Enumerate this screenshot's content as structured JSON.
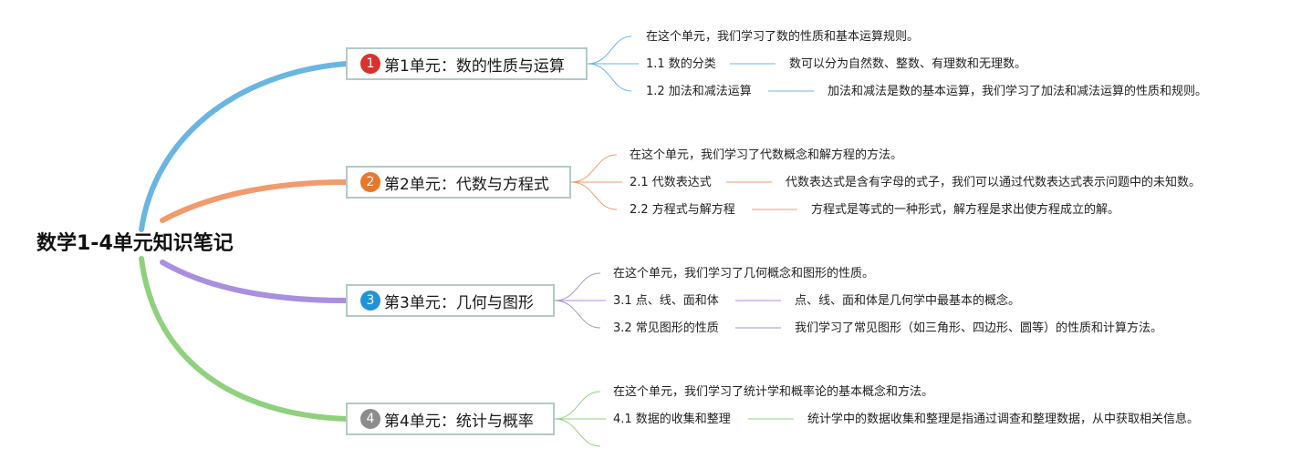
{
  "root": {
    "title": "数学1-4单元知识笔记"
  },
  "colors": {
    "blue": "#6bb5e3",
    "orange": "#f29a6c",
    "purple": "#a98fe0",
    "green": "#8fd17c",
    "badge_red": "#d9342b",
    "badge_orange": "#e8762d",
    "badge_blue": "#1f93d6",
    "badge_gray": "#8c8c8c"
  },
  "branches": [
    {
      "number": "1",
      "title": "第1单元：数的性质与运算",
      "intro": "在这个单元，我们学习了数的性质和基本运算规则。",
      "topics": [
        {
          "label": "1.1 数的分类",
          "note": "数可以分为自然数、整数、有理数和无理数。"
        },
        {
          "label": "1.2 加法和减法运算",
          "note": "加法和减法是数的基本运算，我们学习了加法和减法运算的性质和规则。"
        }
      ]
    },
    {
      "number": "2",
      "title": "第2单元：代数与方程式",
      "intro": "在这个单元，我们学习了代数概念和解方程的方法。",
      "topics": [
        {
          "label": "2.1 代数表达式",
          "note": "代数表达式是含有字母的式子，我们可以通过代数表达式表示问题中的未知数。"
        },
        {
          "label": "2.2 方程式与解方程",
          "note": "方程式是等式的一种形式，解方程是求出使方程成立的解。"
        }
      ]
    },
    {
      "number": "3",
      "title": "第3单元：几何与图形",
      "intro": "在这个单元，我们学习了几何概念和图形的性质。",
      "topics": [
        {
          "label": "3.1 点、线、面和体",
          "note": "点、线、面和体是几何学中最基本的概念。"
        },
        {
          "label": "3.2 常见图形的性质",
          "note": "我们学习了常见图形（如三角形、四边形、圆等）的性质和计算方法。"
        }
      ]
    },
    {
      "number": "4",
      "title": "第4单元：统计与概率",
      "intro": "在这个单元，我们学习了统计学和概率论的基本概念和方法。",
      "topics": [
        {
          "label": "4.1 数据的收集和整理",
          "note": "统计学中的数据收集和整理是指通过调查和整理数据，从中获取相关信息。"
        }
      ]
    }
  ]
}
